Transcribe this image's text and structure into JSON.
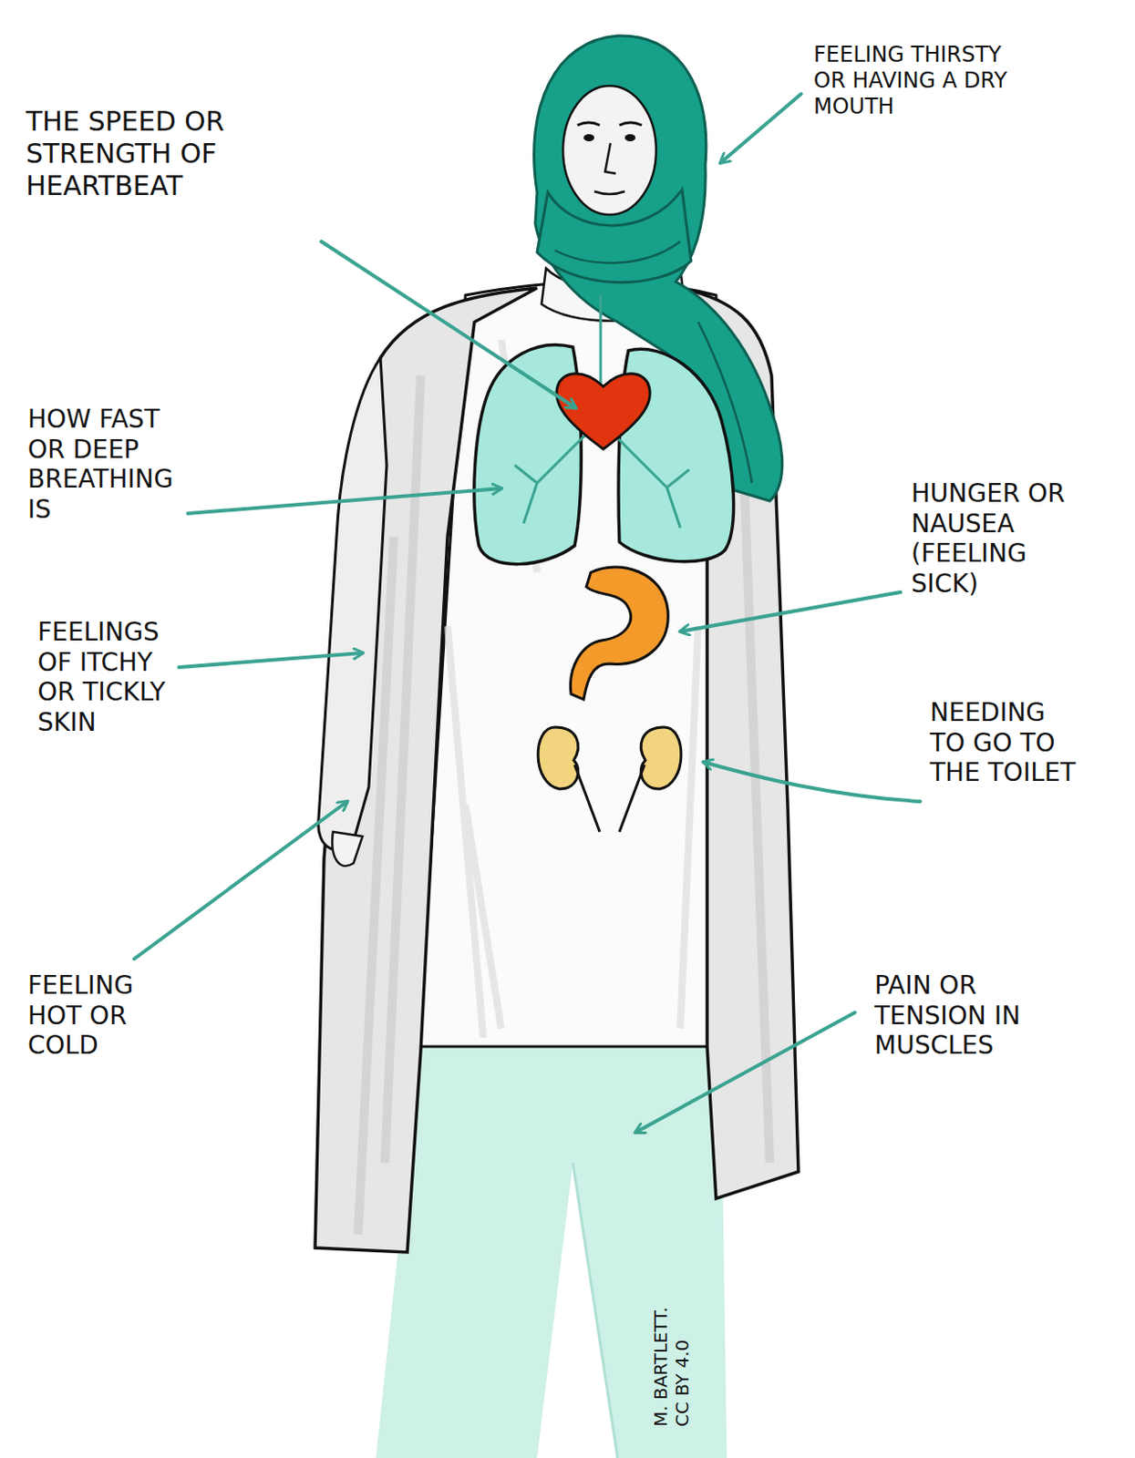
{
  "diagram": {
    "labels": [
      "FEELING THIRSTY OR HAVING A DRY MOUTH",
      "THE SPEED OR STRENGTH OF HEARTBEAT",
      "HOW FAST OR DEEP BREATHING IS",
      "HUNGER OR NAUSEA (FEELING SICK)",
      "FEELINGS OF ITCHY OR TICKLY SKIN",
      "NEEDING TO GO TO THE TOILET",
      "FEELING HOT OR COLD",
      "PAIN OR TENSION IN MUSCLES",
      "M. BARTLETT. CC BY 4.0"
    ]
  }
}
